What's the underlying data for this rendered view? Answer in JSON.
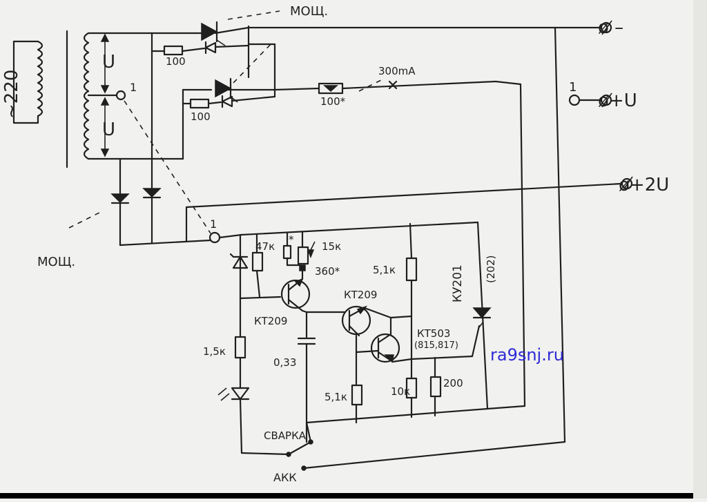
{
  "colors": {
    "paper": "#f1f1ef",
    "ink": "#1f1f1f",
    "watermark": "#2d2ad6",
    "edge": "#000000"
  },
  "labels": {
    "power_top": "МОЩ.",
    "power_left": "МОЩ.",
    "mains": "~220",
    "u_top": "U",
    "u_bottom": "U",
    "tap_node": "1",
    "r100_a": "100",
    "r100_b": "100",
    "r100_fuse": "100*",
    "current": "300mA",
    "term_minus": "ø –",
    "term_node": "1",
    "term_plus_u": "ø+U",
    "term_plus_2u": "ø+2U",
    "ctrl_node": "1",
    "r47k": "47к",
    "r_star": "*",
    "r15k": "15к",
    "r360": "360*",
    "q1": "КТ209",
    "q2": "КТ209",
    "r51_top": "5,1к",
    "q3_a": "КТ503",
    "q3_b": "(815,817)",
    "thyristor_a": "КУ201",
    "thyristor_b": "(202)",
    "r15k_led": "1,5к",
    "cap": "0,33",
    "r51_bottom": "5,1к",
    "r10k": "10к",
    "r200": "200",
    "switch_weld": "СВАРКА",
    "switch_acc": "АКК",
    "watermark": "ra9snj.ru"
  }
}
